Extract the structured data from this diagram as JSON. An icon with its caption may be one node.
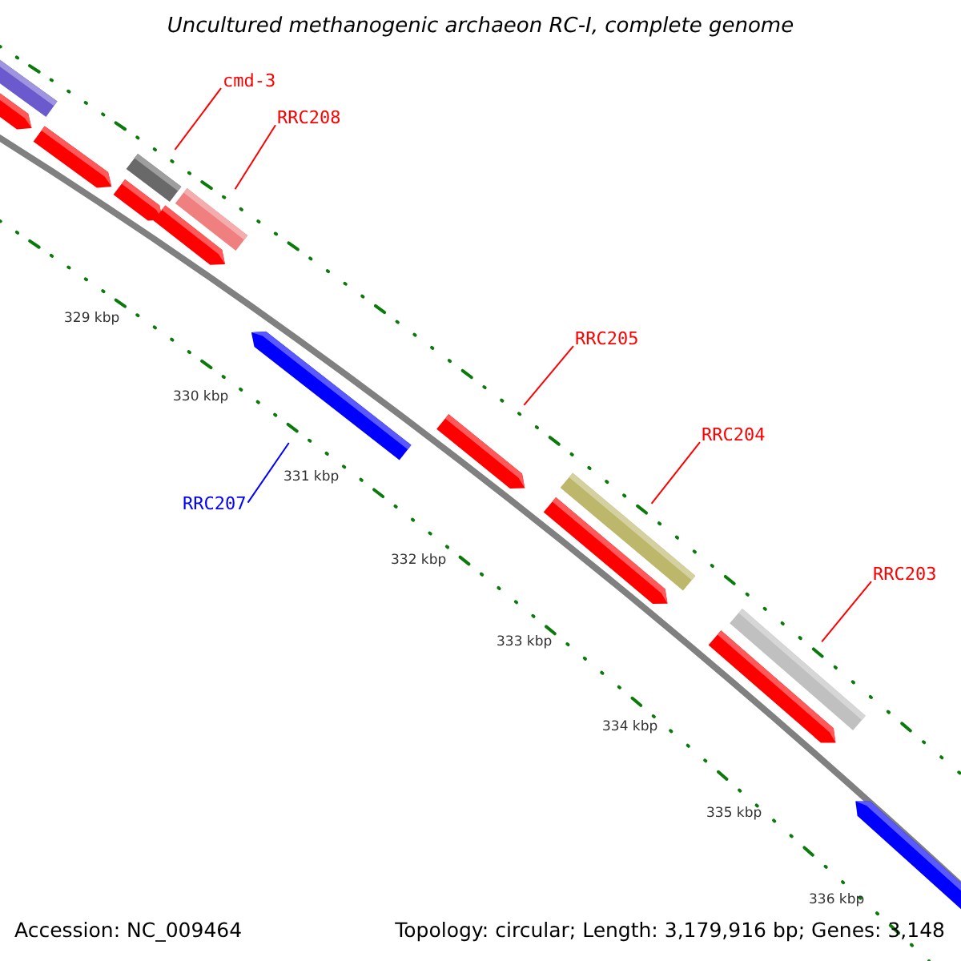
{
  "diagram": {
    "title": "Uncultured methanogenic archaeon RC-I, complete genome",
    "nodes": [
      {
        "text": [],
        "shape": "bar"
      },
      {
        "text": [],
        "shape": "arrow"
      },
      {
        "text": [
          "cmd-3"
        ]
      },
      {
        "text": [],
        "shape": "arrow"
      },
      {
        "text": [
          "RRC208"
        ]
      },
      {
        "text": [],
        "shape": "bar"
      },
      {
        "text": [],
        "shape": "arrow"
      },
      {
        "text": [],
        "shape": "bar"
      },
      {
        "text": [],
        "shape": "arrow"
      },
      {
        "text": [],
        "shape": "arrow"
      },
      {
        "text": [
          "RRC205"
        ]
      },
      {
        "text": [],
        "shape": "arrow"
      },
      {
        "text": [
          "RRC204"
        ]
      },
      {
        "text": [],
        "shape": "bar"
      },
      {
        "text": [],
        "shape": "arrow"
      },
      {
        "text": [
          "RRC207"
        ]
      },
      {
        "text": [
          "RRC203"
        ]
      },
      {
        "text": [],
        "shape": "bar"
      },
      {
        "text": [],
        "shape": "arrow"
      },
      {
        "text": [],
        "shape": "arrow"
      }
    ],
    "edges": [
      {
        "from": 2,
        "to": 5,
        "arrow": "none"
      },
      {
        "from": 4,
        "to": 7,
        "arrow": "none"
      },
      {
        "from": 10,
        "to": 11,
        "arrow": "none"
      },
      {
        "from": 12,
        "to": 13,
        "arrow": "none"
      },
      {
        "from": 15,
        "to": 9,
        "arrow": "none",
        "color": "#0000ff"
      },
      {
        "from": 16,
        "to": 17,
        "arrow": "none"
      }
    ],
    "labels": [
      "329 kbp",
      "330 kbp",
      "331 kbp",
      "332 kbp",
      "333 kbp",
      "334 kbp",
      "335 kbp",
      "336 kbp",
      "Accession: NC_009464",
      "Topology: circular; Length: 3,179,916 bp; Genes: 3,148"
    ]
  }
}
